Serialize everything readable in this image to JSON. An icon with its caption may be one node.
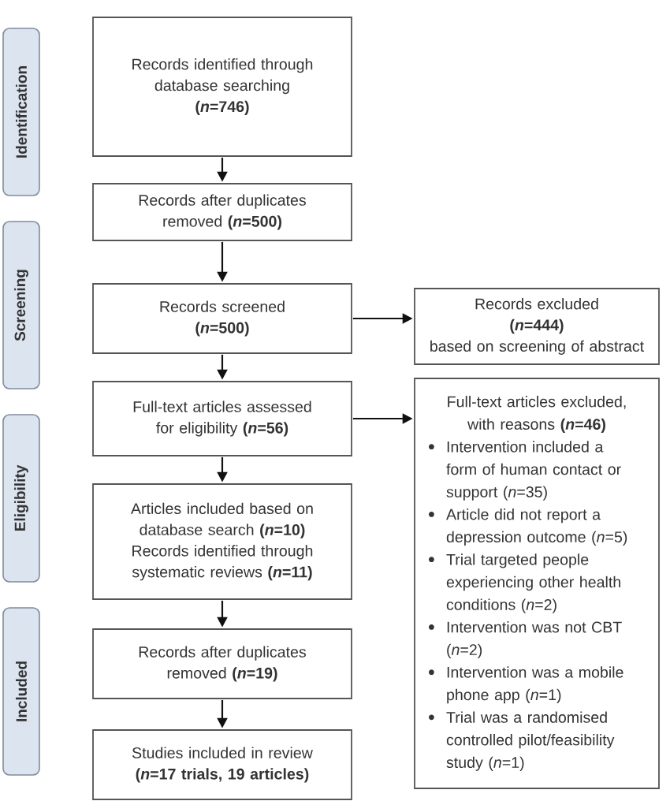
{
  "diagram": {
    "nodes": [
      {
        "text": [
          "Identification"
        ]
      },
      {
        "text": [
          "Records identified through database searching **(*n*=746)**"
        ]
      },
      {
        "text": [
          "Records after duplicates removed **(*n*=500)**"
        ]
      },
      {
        "text": [
          "Screening"
        ]
      },
      {
        "text": [
          "Records screened **(*n*=500)**"
        ]
      },
      {
        "text": [
          "Records excluded **(*n*=444)**",
          "based on screening of abstract"
        ]
      },
      {
        "text": [
          "Full-text articles assessed for eligibility **(*n*=56)**"
        ]
      },
      {
        "text": [
          "Full-text articles excluded, with reasons **(*n*=46)**",
          "Intervention included a form of human contact or support (*n*=35)",
          "Article did not report a depression outcome (*n*=5)",
          "Trial targeted people experiencing other health conditions (*n*=2)",
          "Intervention was not CBT (*n*=2)",
          "Intervention was a mobile phone app (*n*=1)",
          "Trial was a randomised controlled pilot/feasibility study (*n*=1)"
        ]
      },
      {
        "text": [
          "Eligibility"
        ]
      },
      {
        "text": [
          "Articles included based on database search **(*n*=10)**",
          "Records identified through systematic reviews **(*n*=11)**"
        ]
      },
      {
        "text": [
          "Included"
        ]
      },
      {
        "text": [
          "Records after duplicates removed **(*n*=19)**"
        ]
      },
      {
        "text": [
          "Studies included in review **(*n*=17 trials, 19 articles)**"
        ]
      }
    ],
    "edges": [
      {
        "from": 1,
        "to": 2,
        "arrow": "to"
      },
      {
        "from": 2,
        "to": 4,
        "arrow": "to"
      },
      {
        "from": 4,
        "to": 5,
        "arrow": "to"
      },
      {
        "from": 4,
        "to": 6,
        "arrow": "to"
      },
      {
        "from": 6,
        "to": 7,
        "arrow": "to"
      },
      {
        "from": 6,
        "to": 9,
        "arrow": "to"
      },
      {
        "from": 9,
        "to": 11,
        "arrow": "to"
      },
      {
        "from": 11,
        "to": 12,
        "arrow": "to"
      }
    ]
  }
}
